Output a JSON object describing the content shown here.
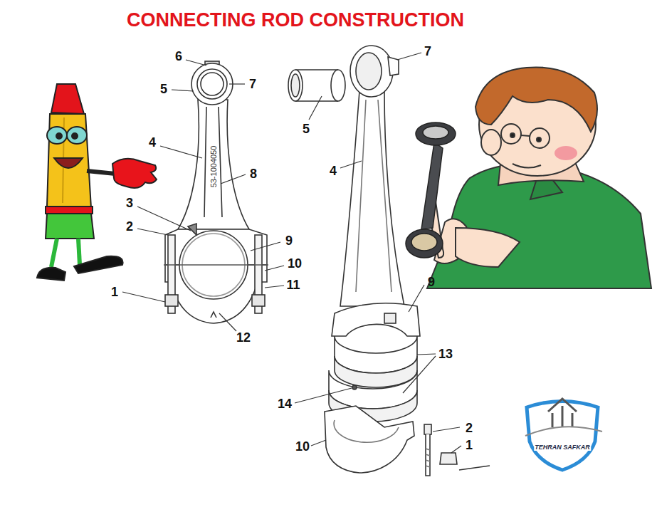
{
  "diagram": {
    "title": "CONNECTING ROD CONSTRUCTION",
    "labels": [
      "6",
      "5",
      "7",
      "4",
      "8",
      "3",
      "2",
      "9",
      "10",
      "11",
      "1",
      "12",
      "7",
      "5",
      "4",
      "9",
      "13",
      "14",
      "2",
      "1",
      "10",
      "53-1004050",
      "TEHRAN SAFKAR"
    ]
  }
}
